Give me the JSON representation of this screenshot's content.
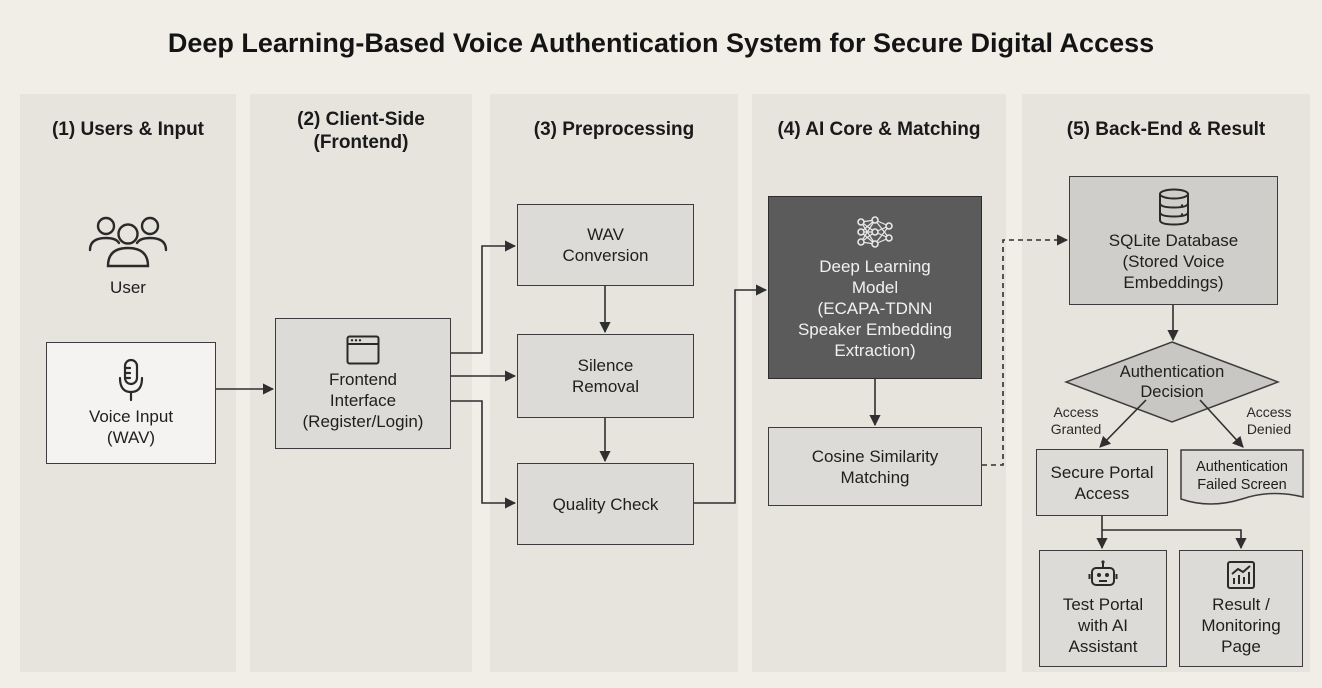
{
  "title": "Deep Learning-Based Voice Authentication System for Secure Digital Access",
  "columns": [
    {
      "header": "(1) Users & Input"
    },
    {
      "header_line1": "(2) Client-Side",
      "header_line2": "(Frontend)"
    },
    {
      "header": "(3) Preprocessing"
    },
    {
      "header": "(4) AI Core & Matching"
    },
    {
      "header": "(5) Back-End & Result"
    }
  ],
  "nodes": {
    "user": {
      "label": "User",
      "icon": "users-icon"
    },
    "voice_input": {
      "line1": "Voice Input",
      "line2": "(WAV)",
      "icon": "microphone-icon"
    },
    "frontend": {
      "line1": "Frontend",
      "line2": "Interface",
      "line3": "(Register/Login)",
      "icon": "browser-window-icon"
    },
    "wav_conversion": {
      "line1": "WAV",
      "line2": "Conversion"
    },
    "silence_removal": {
      "line1": "Silence",
      "line2": "Removal"
    },
    "quality_check": {
      "line1": "Quality Check"
    },
    "deep_learning": {
      "line1": "Deep Learning",
      "line2": "Model",
      "line3": "(ECAPA-TDNN",
      "line4": "Speaker Embedding",
      "line5": "Extraction)",
      "icon": "neural-network-icon"
    },
    "cosine": {
      "line1": "Cosine Similarity",
      "line2": "Matching"
    },
    "database": {
      "line1": "SQLite Database",
      "line2": "(Stored Voice",
      "line3": "Embeddings)",
      "icon": "database-icon"
    },
    "decision": {
      "line1": "Authentication",
      "line2": "Decision"
    },
    "secure_portal": {
      "line1": "Secure Portal",
      "line2": "Access"
    },
    "failed": {
      "line1": "Authentication",
      "line2": "Failed Screen"
    },
    "test_portal": {
      "line1": "Test Portal",
      "line2": "with AI",
      "line3": "Assistant",
      "icon": "robot-icon"
    },
    "result_page": {
      "line1": "Result /",
      "line2": "Monitoring",
      "line3": "Page",
      "icon": "chart-icon"
    }
  },
  "edge_labels": {
    "granted_line1": "Access",
    "granted_line2": "Granted",
    "denied_line1": "Access",
    "denied_line2": "Denied"
  },
  "colors": {
    "background": "#f1eee8",
    "column": "#e7e4de",
    "box": "#dcdbd8",
    "box_light": "#f4f3f1",
    "box_dark": "#5b5b5b",
    "line": "#2f2f2f"
  }
}
